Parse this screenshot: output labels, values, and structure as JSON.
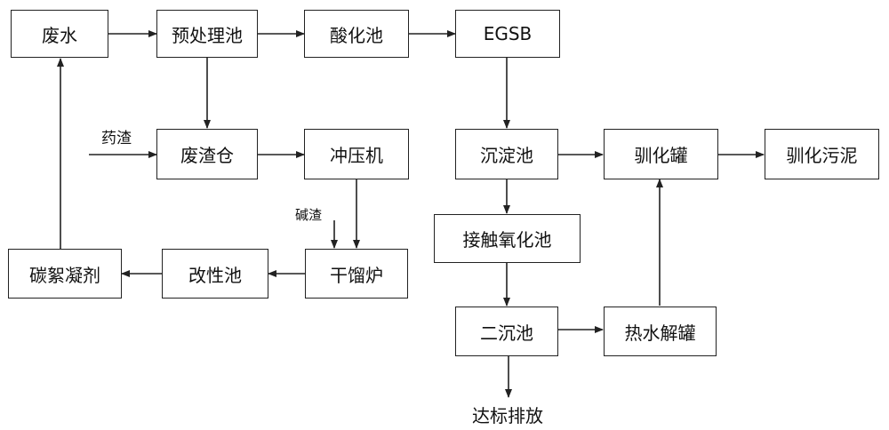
{
  "colors": {
    "line": "#222222",
    "box_border": "#222222",
    "text": "#111111",
    "background": "#ffffff"
  },
  "nodes": {
    "wastewater": "废水",
    "pretreatment": "预处理池",
    "acidification": "酸化池",
    "egsb": "EGSB",
    "residue_bin": "废渣仓",
    "press": "冲压机",
    "settling": "沉淀池",
    "domestication_tank": "驯化罐",
    "domesticated_sludge": "驯化污泥",
    "contact_oxidation": "接触氧化池",
    "carbon_flocculant": "碳絮凝剂",
    "modification": "改性池",
    "dry_distillation": "干馏炉",
    "secondary_settling": "二沉池",
    "hydrothermal_tank": "热水解罐"
  },
  "inputs": {
    "medicine_residue": "药渣",
    "alkali_residue": "碱渣"
  },
  "outputs": {
    "discharge": "达标排放"
  }
}
